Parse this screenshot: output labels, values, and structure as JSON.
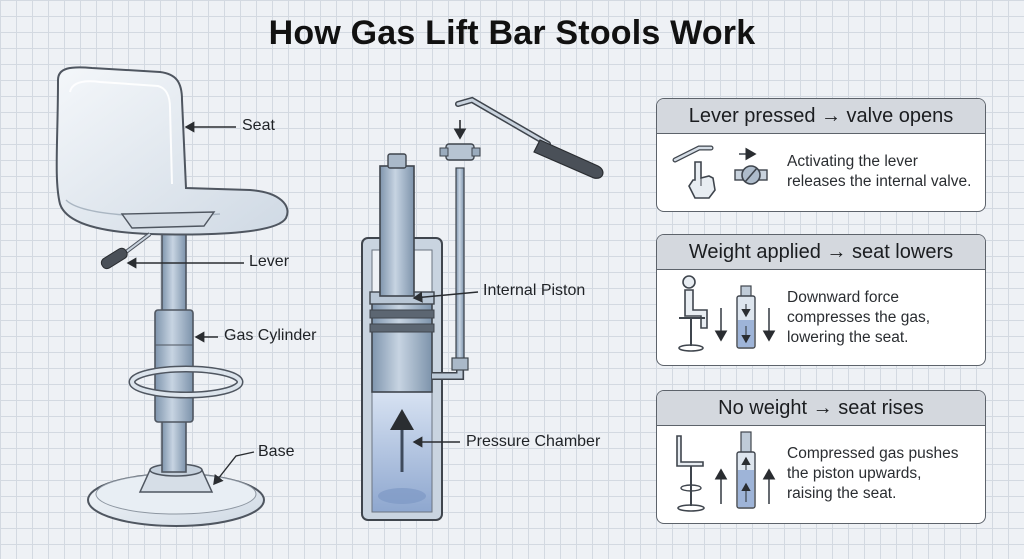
{
  "title": "How Gas Lift Bar Stools Work",
  "labels": {
    "seat": "Seat",
    "lever": "Lever",
    "gas_cylinder": "Gas Cylinder",
    "base": "Base",
    "internal_piston": "Internal Piston",
    "pressure_chamber": "Pressure Chamber"
  },
  "panels": [
    {
      "heading": "Lever pressed → valve opens",
      "lines": [
        "Activating the lever",
        "releases the internal valve."
      ]
    },
    {
      "heading": "Weight applied → seat lowers",
      "lines": [
        "Downward force",
        "compresses the gas,",
        "lowering the seat."
      ]
    },
    {
      "heading": "No weight → seat rises",
      "lines": [
        "Compressed gas pushes",
        "the piston upwards,",
        "raising the seat."
      ]
    }
  ],
  "colors": {
    "outline": "#4f5660",
    "glass": "#dfe6ee",
    "steel": "#9fb3c8",
    "chamber": "#9eb4d8",
    "header": "#d4d8de"
  }
}
